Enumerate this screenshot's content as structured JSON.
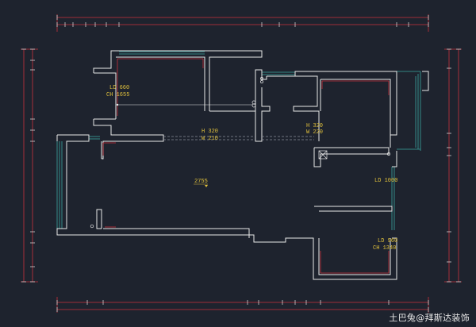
{
  "labels": {
    "living_ld": "LD 660",
    "living_ch": "CH 1655",
    "door1_h": "H 320",
    "door1_w": "W 210",
    "door2_h": "H 320",
    "door2_w": "W 220",
    "level": "2755",
    "right_ld": "LD 1000",
    "bottom_ld": "LD 960",
    "bottom_ch": "CH 1340"
  },
  "watermark": "土巴兔@拜斯达装饰",
  "colors": {
    "background": "#1e232e",
    "wall": "#e8e8e8",
    "dimension": "#c8323c",
    "window": "#3aa6a0",
    "label": "#e2c23c"
  }
}
